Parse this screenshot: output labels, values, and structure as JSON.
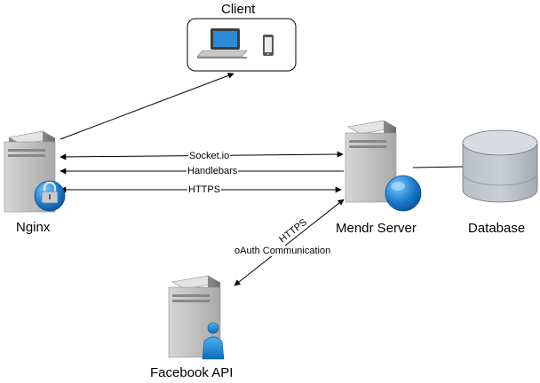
{
  "nodes": {
    "client": {
      "label": "Client"
    },
    "nginx": {
      "label": "Nginx"
    },
    "server": {
      "label": "Mendr Server"
    },
    "database": {
      "label": "Database"
    },
    "facebook": {
      "label": "Facebook API"
    }
  },
  "edges": {
    "socketio": {
      "label": "Socket.io"
    },
    "handlebars": {
      "label": "Handlebars"
    },
    "https": {
      "label": "HTTPS"
    },
    "fb_https": {
      "label": "HTTPS"
    },
    "fb_oauth": {
      "label": "oAuth Communication"
    }
  }
}
